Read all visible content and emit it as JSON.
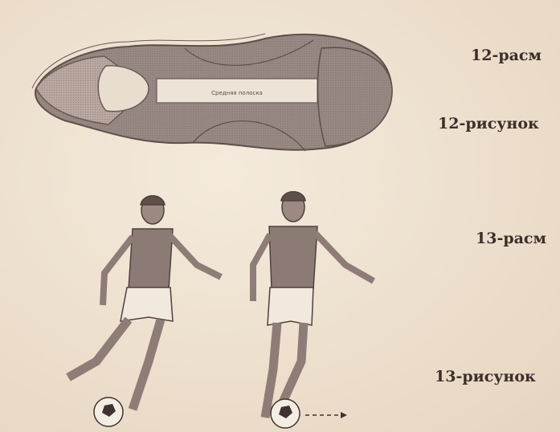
{
  "figure_12": {
    "caption_uz": "12-расм",
    "caption_ru": "12-рисунок",
    "insole_center_label": "Средняя полоска"
  },
  "figure_13": {
    "caption_uz": "13-расм",
    "caption_ru": "13-рисунок"
  },
  "colors": {
    "paper": "#efe3d3",
    "ink": "#3b2f2a",
    "shade": "#8c7b74"
  }
}
